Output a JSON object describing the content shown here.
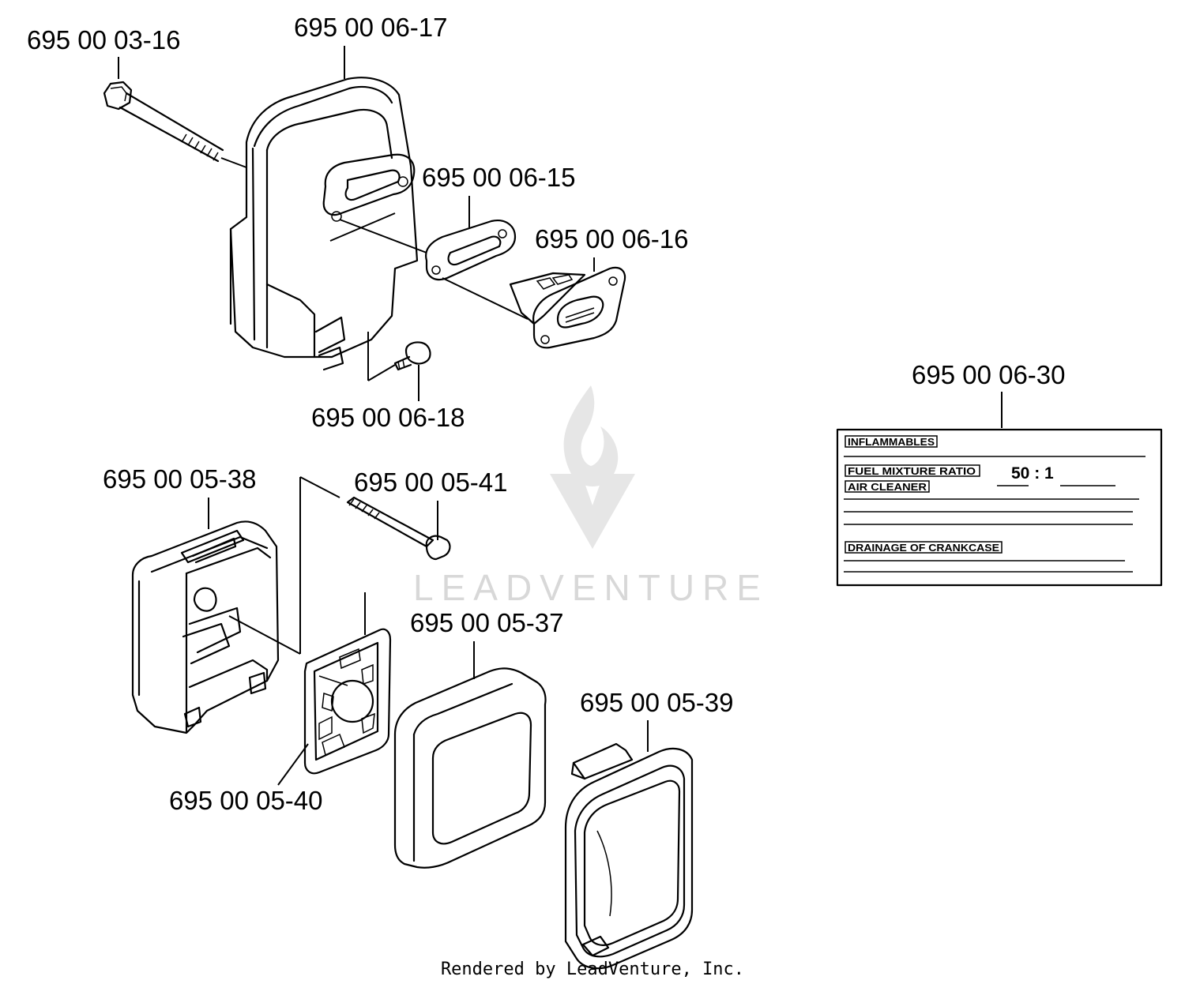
{
  "watermark": {
    "text": "LEADVENTURE"
  },
  "footer": {
    "text": "Rendered by LeadVenture, Inc."
  },
  "parts": [
    {
      "id": "bolt-muffler",
      "number": "695 00 03-16"
    },
    {
      "id": "muffler",
      "number": "695 00 06-17"
    },
    {
      "id": "gasket",
      "number": "695 00 06-15"
    },
    {
      "id": "exhaust-flange",
      "number": "695 00 06-16"
    },
    {
      "id": "screw-muffler",
      "number": "695 00 06-18"
    },
    {
      "id": "decal",
      "number": "695 00 06-30"
    },
    {
      "id": "air-filter-holder",
      "number": "695 00 05-38"
    },
    {
      "id": "bolt-air-filter",
      "number": "695 00 05-41"
    },
    {
      "id": "air-filter-element",
      "number": "695 00 05-37"
    },
    {
      "id": "air-filter-cover",
      "number": "695 00 05-39"
    },
    {
      "id": "air-filter-plate",
      "number": "695 00 05-40"
    }
  ],
  "decal": {
    "line1": "INFLAMMABLES",
    "line2": "FUEL MIXTURE RATIO",
    "ratio": "50 : 1",
    "line3": "AIR CLEANER",
    "line4": "DRAINAGE OF CRANKCASE"
  }
}
